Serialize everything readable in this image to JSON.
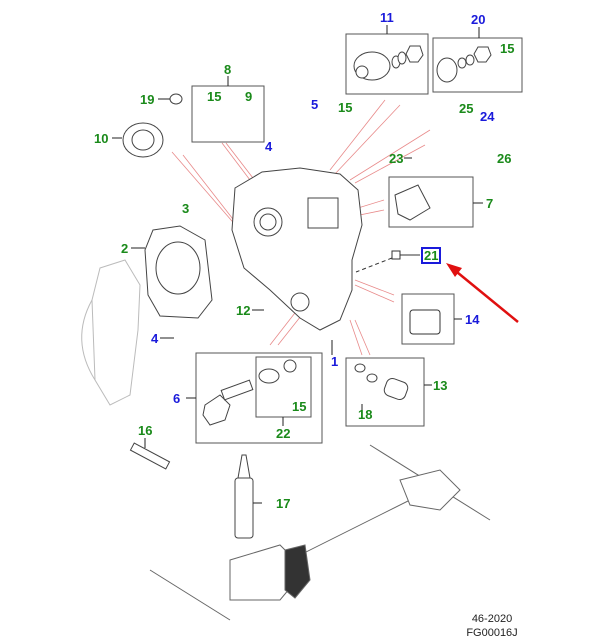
{
  "diagram": {
    "title": "Transfer case exploded parts view",
    "colors": {
      "callout_green": "#1a8a1a",
      "callout_blue": "#1a1adb",
      "leader_red": "#e88a8a",
      "arrow_red": "#e01010",
      "highlight_box": "#1a1adb"
    },
    "callouts": [
      {
        "id": "c1",
        "label": "1",
        "color": "blue"
      },
      {
        "id": "c2",
        "label": "2",
        "color": "green"
      },
      {
        "id": "c3",
        "label": "3",
        "color": "green"
      },
      {
        "id": "c4a",
        "label": "4",
        "color": "blue"
      },
      {
        "id": "c4b",
        "label": "4",
        "color": "blue"
      },
      {
        "id": "c5",
        "label": "5",
        "color": "blue"
      },
      {
        "id": "c6",
        "label": "6",
        "color": "blue"
      },
      {
        "id": "c7",
        "label": "7",
        "color": "green"
      },
      {
        "id": "c8",
        "label": "8",
        "color": "green"
      },
      {
        "id": "c9",
        "label": "9",
        "color": "green"
      },
      {
        "id": "c10",
        "label": "10",
        "color": "green"
      },
      {
        "id": "c11",
        "label": "11",
        "color": "blue"
      },
      {
        "id": "c12",
        "label": "12",
        "color": "green"
      },
      {
        "id": "c13",
        "label": "13",
        "color": "green"
      },
      {
        "id": "c14",
        "label": "14",
        "color": "blue"
      },
      {
        "id": "c15a",
        "label": "15",
        "color": "green"
      },
      {
        "id": "c15b",
        "label": "15",
        "color": "green"
      },
      {
        "id": "c15c",
        "label": "15",
        "color": "green"
      },
      {
        "id": "c15d",
        "label": "15",
        "color": "green"
      },
      {
        "id": "c16",
        "label": "16",
        "color": "green"
      },
      {
        "id": "c17",
        "label": "17",
        "color": "green"
      },
      {
        "id": "c18",
        "label": "18",
        "color": "green"
      },
      {
        "id": "c19",
        "label": "19",
        "color": "green"
      },
      {
        "id": "c20",
        "label": "20",
        "color": "blue"
      },
      {
        "id": "c21",
        "label": "21",
        "color": "green",
        "highlighted": true
      },
      {
        "id": "c22",
        "label": "22",
        "color": "green"
      },
      {
        "id": "c23",
        "label": "23",
        "color": "green"
      },
      {
        "id": "c24",
        "label": "24",
        "color": "blue"
      },
      {
        "id": "c25",
        "label": "25",
        "color": "green"
      },
      {
        "id": "c26",
        "label": "26",
        "color": "green"
      }
    ],
    "footer": {
      "date_code": "46-2020",
      "figure_code": "FG00016J"
    }
  }
}
